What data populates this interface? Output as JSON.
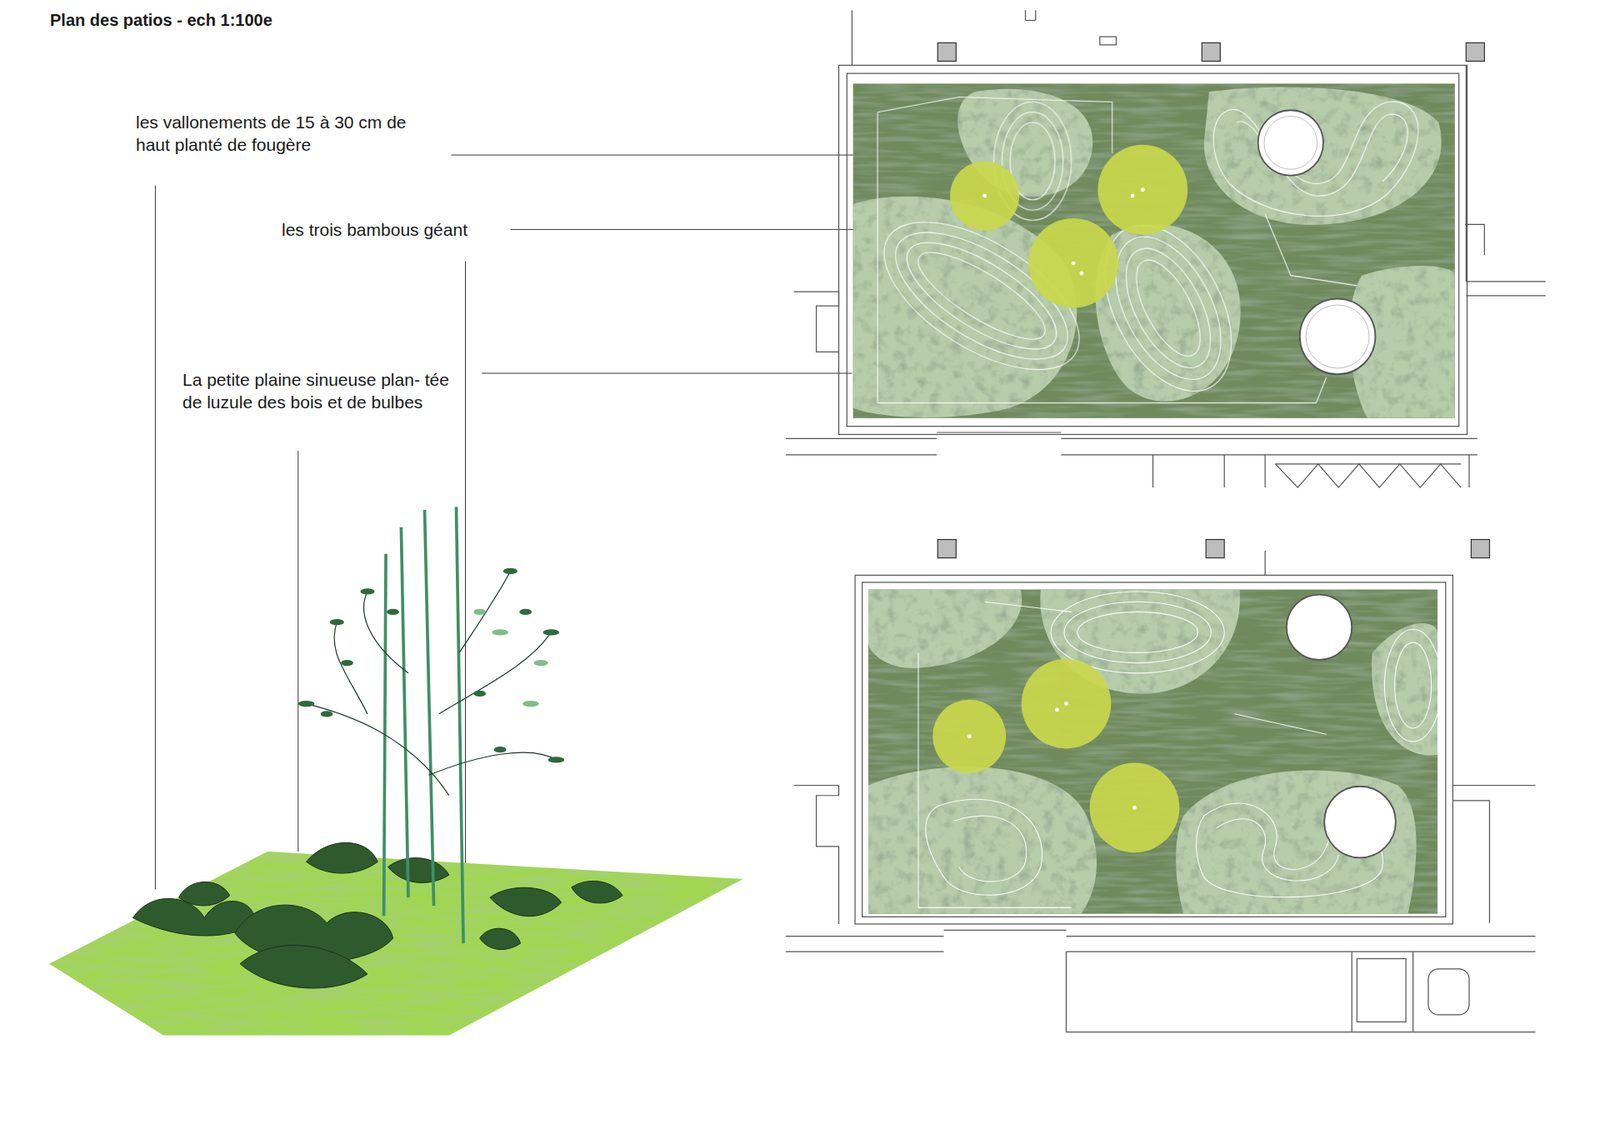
{
  "diagram": {
    "title": "Plan des patios - ech 1:100e",
    "labels": [
      "les vallonements de 15 à 30 cm de haut planté de fougère",
      "les trois bambous géant",
      "La petite plaine sinueuse plan- tée de luzule des bois et de bulbes"
    ]
  }
}
